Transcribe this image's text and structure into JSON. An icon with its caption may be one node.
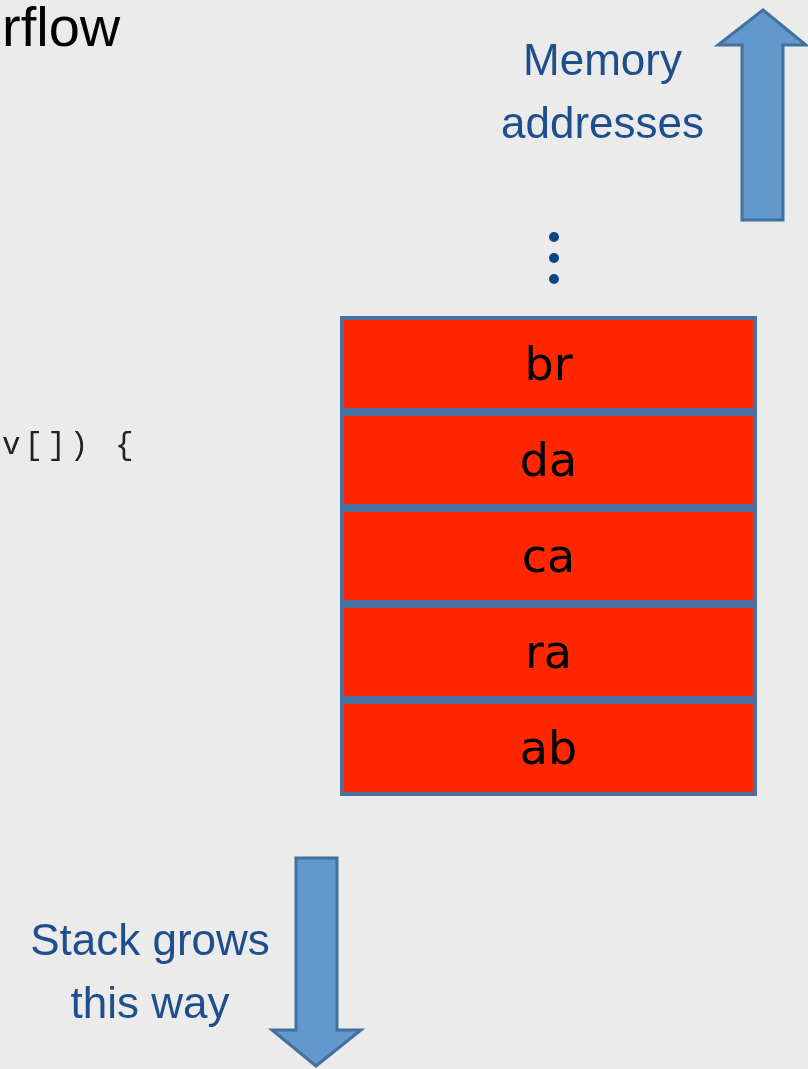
{
  "diagram": {
    "title": "rflow",
    "nodes": [
      {
        "text": [
          "br"
        ]
      },
      {
        "text": [
          "da"
        ]
      },
      {
        "text": [
          "ca"
        ]
      },
      {
        "text": [
          "ra"
        ]
      },
      {
        "text": [
          "ab"
        ]
      }
    ],
    "labels": [
      "Memory addresses",
      "v[]) {",
      "Stack grows this way"
    ]
  }
}
